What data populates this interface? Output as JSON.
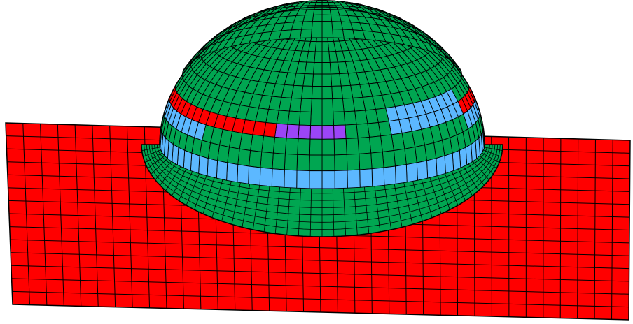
{
  "figure": {
    "kind": "finite-element surface mesh",
    "parts": [
      "flat-plate",
      "dome",
      "fillet-ring"
    ],
    "colors": {
      "plate": "#ff0000",
      "dome_cap": "#00a651",
      "band_red": "#ff0000",
      "band_blue": "#5cb8ff",
      "band_purple": "#9b45f7",
      "mesh_line": "#000000",
      "background": "#ffffff"
    }
  }
}
